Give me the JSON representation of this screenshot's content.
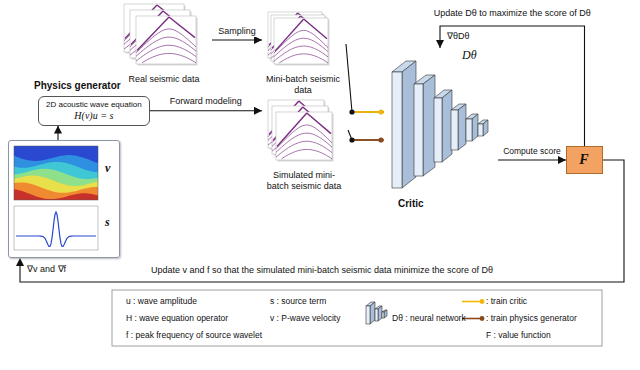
{
  "diagram": {
    "nodes": [
      {
        "text": [
          "Real seismic data"
        ]
      },
      {
        "text": [
          "Mini-batch seismic data"
        ]
      },
      {
        "text": [
          "Physics generator",
          "2D acoustic wave equation",
          "H(v)u = s"
        ]
      },
      {
        "text": [
          "v",
          "s"
        ]
      },
      {
        "text": [
          "Simulated mini-batch seismic data"
        ]
      },
      {
        "text": [
          "Dθ",
          "Critic"
        ]
      },
      {
        "text": [
          "F"
        ]
      }
    ],
    "edges": [
      {
        "from": 0,
        "to": 1,
        "arrow": "to",
        "label": "Sampling"
      },
      {
        "from": 3,
        "to": 2,
        "arrow": "to"
      },
      {
        "from": 2,
        "to": 4,
        "arrow": "to",
        "label": "Forward modeling"
      },
      {
        "from": 1,
        "to": 5,
        "arrow": "none"
      },
      {
        "from": 4,
        "to": 5,
        "arrow": "none"
      },
      {
        "from": 5,
        "to": 6,
        "arrow": "to",
        "label": "Compute score"
      },
      {
        "from": 6,
        "to": 5,
        "arrow": "to",
        "label": "Update Dθ to maximize the score of Dθ"
      },
      {
        "from": 6,
        "to": 3,
        "arrow": "to",
        "label": "Update v and f so that the simulated mini-batch seismic data minimize the score of Dθ"
      }
    ],
    "labels": [
      "∇θDθ",
      "∇v and ∇f"
    ],
    "legend": [
      {
        "text": "u : wave amplitude"
      },
      {
        "text": "s : source term"
      },
      {
        "text": ": train critic"
      },
      {
        "text": "H : wave equation operator"
      },
      {
        "text": "v : P-wave velocity"
      },
      {
        "text": "Dθ : neural network"
      },
      {
        "text": ": train physics generator"
      },
      {
        "text": "f : peak frequency of source wavelet"
      },
      {
        "text": "F : value function"
      }
    ]
  }
}
